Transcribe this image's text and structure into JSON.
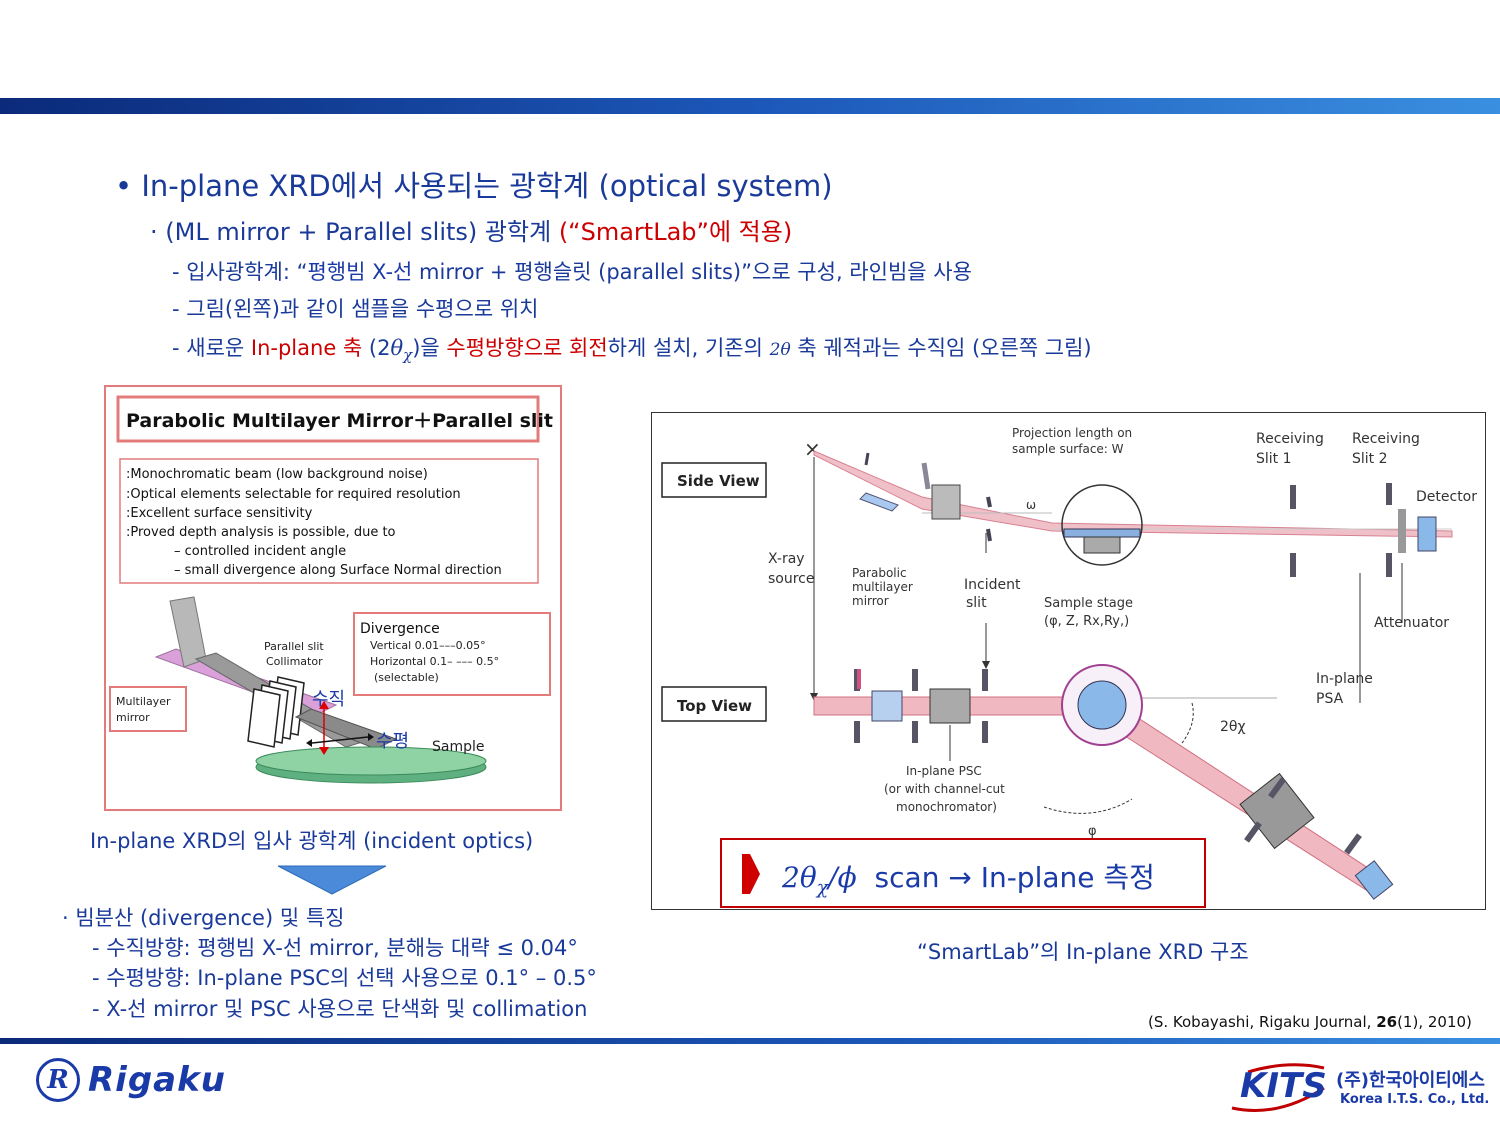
{
  "heading": {
    "bullet": "•",
    "title": "In-plane XRD에서 사용되는 광학계 (optical system)"
  },
  "subheading": {
    "bullet": "·",
    "blue_part": "(ML mirror + Parallel slits) 광학계",
    "red_part": "(“SmartLab”에 적용)"
  },
  "details": {
    "line1": {
      "a": "- 입사광학계: “",
      "b": "평행빔 X-선",
      "c": " mirror + 평행슬릿 (parallel slits)”으로 구성, 라인빔을 사용"
    },
    "line2": "- 그림(왼쪽)과 같이 샘플을 수평으로 위치",
    "line3": {
      "a": "- 새로운 ",
      "b": "In-plane 축",
      "c": " (2",
      "theta": "θ",
      "chi": "χ",
      "d": ")을 ",
      "e": "수평방향으로 회전",
      "f": "하게 설치, 기존의 ",
      "g": "2θ",
      "h": " 축 궤적과는 수직임 (오른쪽 그림)"
    }
  },
  "left_figure": {
    "title": "Parabolic Multilayer Mirror＋Parallel slit",
    "features": [
      ":Monochromatic beam (low background noise)",
      ":Optical elements selectable for required resolution",
      ":Excellent surface sensitivity",
      ":Proved depth analysis is possible, due to",
      "– controlled incident angle",
      "– small divergence along Surface Normal direction"
    ],
    "divergence_title": "Divergence",
    "div_vertical": "Vertical     0.01–––0.05°",
    "div_horizontal": "Horizontal  0.1– ––– 0.5°",
    "div_selectable": "(selectable)",
    "collimator_label_1": "Parallel slit",
    "collimator_label_2": "Collimator",
    "multilayer_label_1": "Multilayer",
    "multilayer_label_2": "mirror",
    "sample_label": "Sample",
    "vertical_label": "수직",
    "horizontal_label": "수평"
  },
  "left_caption": "In-plane XRD의 입사 광학계 (incident optics)",
  "divergence_features": {
    "title": "· 빔분산 (divergence) 및 특징",
    "items": [
      "- 수직방향: 평행빔 X-선 mirror, 분해능 대략 ≤ 0.04°",
      "- 수평방향: In-plane PSC의 선택 사용으로 0.1° – 0.5°",
      "- X-선 mirror 및 PSC 사용으로 단색화 및 collimation"
    ]
  },
  "right_figure": {
    "side_view": "Side View",
    "top_view": "Top View",
    "xray_source_1": "X-ray",
    "xray_source_2": "source",
    "parabolic_1": "Parabolic",
    "parabolic_2": "multilayer",
    "parabolic_3": "mirror",
    "incident_1": "Incident",
    "incident_2": "slit",
    "projection_1": "Projection length on",
    "projection_2": "sample surface: W",
    "omega": "ω",
    "sample_stage_1": "Sample stage",
    "sample_stage_2": "(φ, Z, Rx,Ry,)",
    "receiving1_1": "Receiving",
    "receiving1_2": "Slit 1",
    "receiving2_1": "Receiving",
    "receiving2_2": "Slit 2",
    "detector": "Detector",
    "attenuator": "Attenuator",
    "inplane_psa_1": "In-plane",
    "inplane_psa_2": "PSA",
    "two_theta_chi": "2θχ",
    "psc_1": "In-plane PSC",
    "psc_2": "(or with channel-cut",
    "psc_3": "monochromator)",
    "phi": "φ",
    "x_mark": "×"
  },
  "scan_box": {
    "two": "2",
    "theta": "θ",
    "chi": "χ",
    "slash_phi": "/ϕ",
    "rest": "scan → In-plane 측정"
  },
  "right_caption": "“SmartLab”의 In-plane XRD 구조",
  "reference": {
    "a": "(S. Kobayashi, Rigaku Journal, ",
    "b": "26",
    "c": "(1), 2010)"
  },
  "logos": {
    "rigaku": "Rigaku",
    "rigaku_mark": "R",
    "kits": "KITS",
    "kits_korean": "(주)한국아이티에스",
    "kits_english": "Korea I.T.S. Co., Ltd."
  },
  "colors": {
    "accent_blue": "#1a3a9a",
    "accent_red": "#cc0000",
    "beam_pink": "#e8a0a8"
  }
}
